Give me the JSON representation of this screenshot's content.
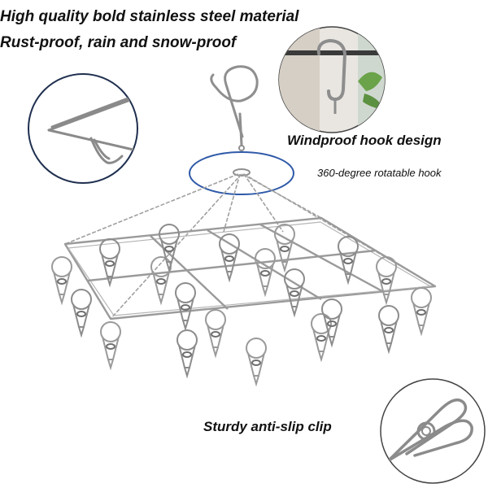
{
  "headlines": {
    "line1": "High quality bold stainless steel material",
    "line2": "Rust-proof, rain and snow-proof"
  },
  "callouts": {
    "windproof": "Windproof hook design",
    "rotatable": "360-degree rotatable hook",
    "clip": "Sturdy anti-slip clip"
  },
  "colors": {
    "steel": "#9a9a9a",
    "steel_dark": "#6f6f6f",
    "inset_border": "#1f2f4f",
    "rotation_ring": "#2f5aa8"
  },
  "icons": {
    "frame_detail": "frame-corner-detail-icon",
    "hook_detail": "hook-detail-icon",
    "clip_detail": "clip-detail-icon"
  }
}
